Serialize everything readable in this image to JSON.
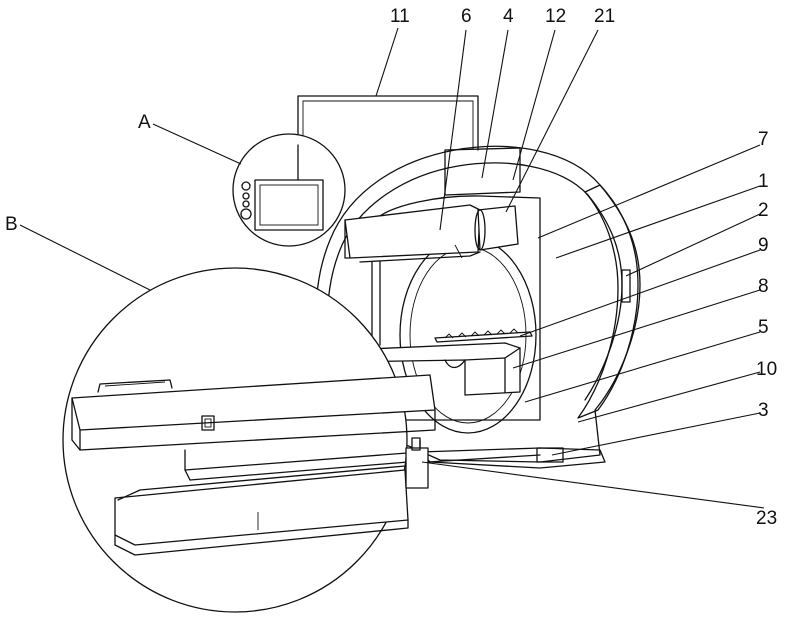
{
  "labels": {
    "n11": "11",
    "n6": "6",
    "n4": "4",
    "n12": "12",
    "n21": "21",
    "nA": "A",
    "n7": "7",
    "n1": "1",
    "n2": "2",
    "nB": "B",
    "n9": "9",
    "n8": "8",
    "n5": "5",
    "n10": "10",
    "n3": "3",
    "n23": "23"
  }
}
